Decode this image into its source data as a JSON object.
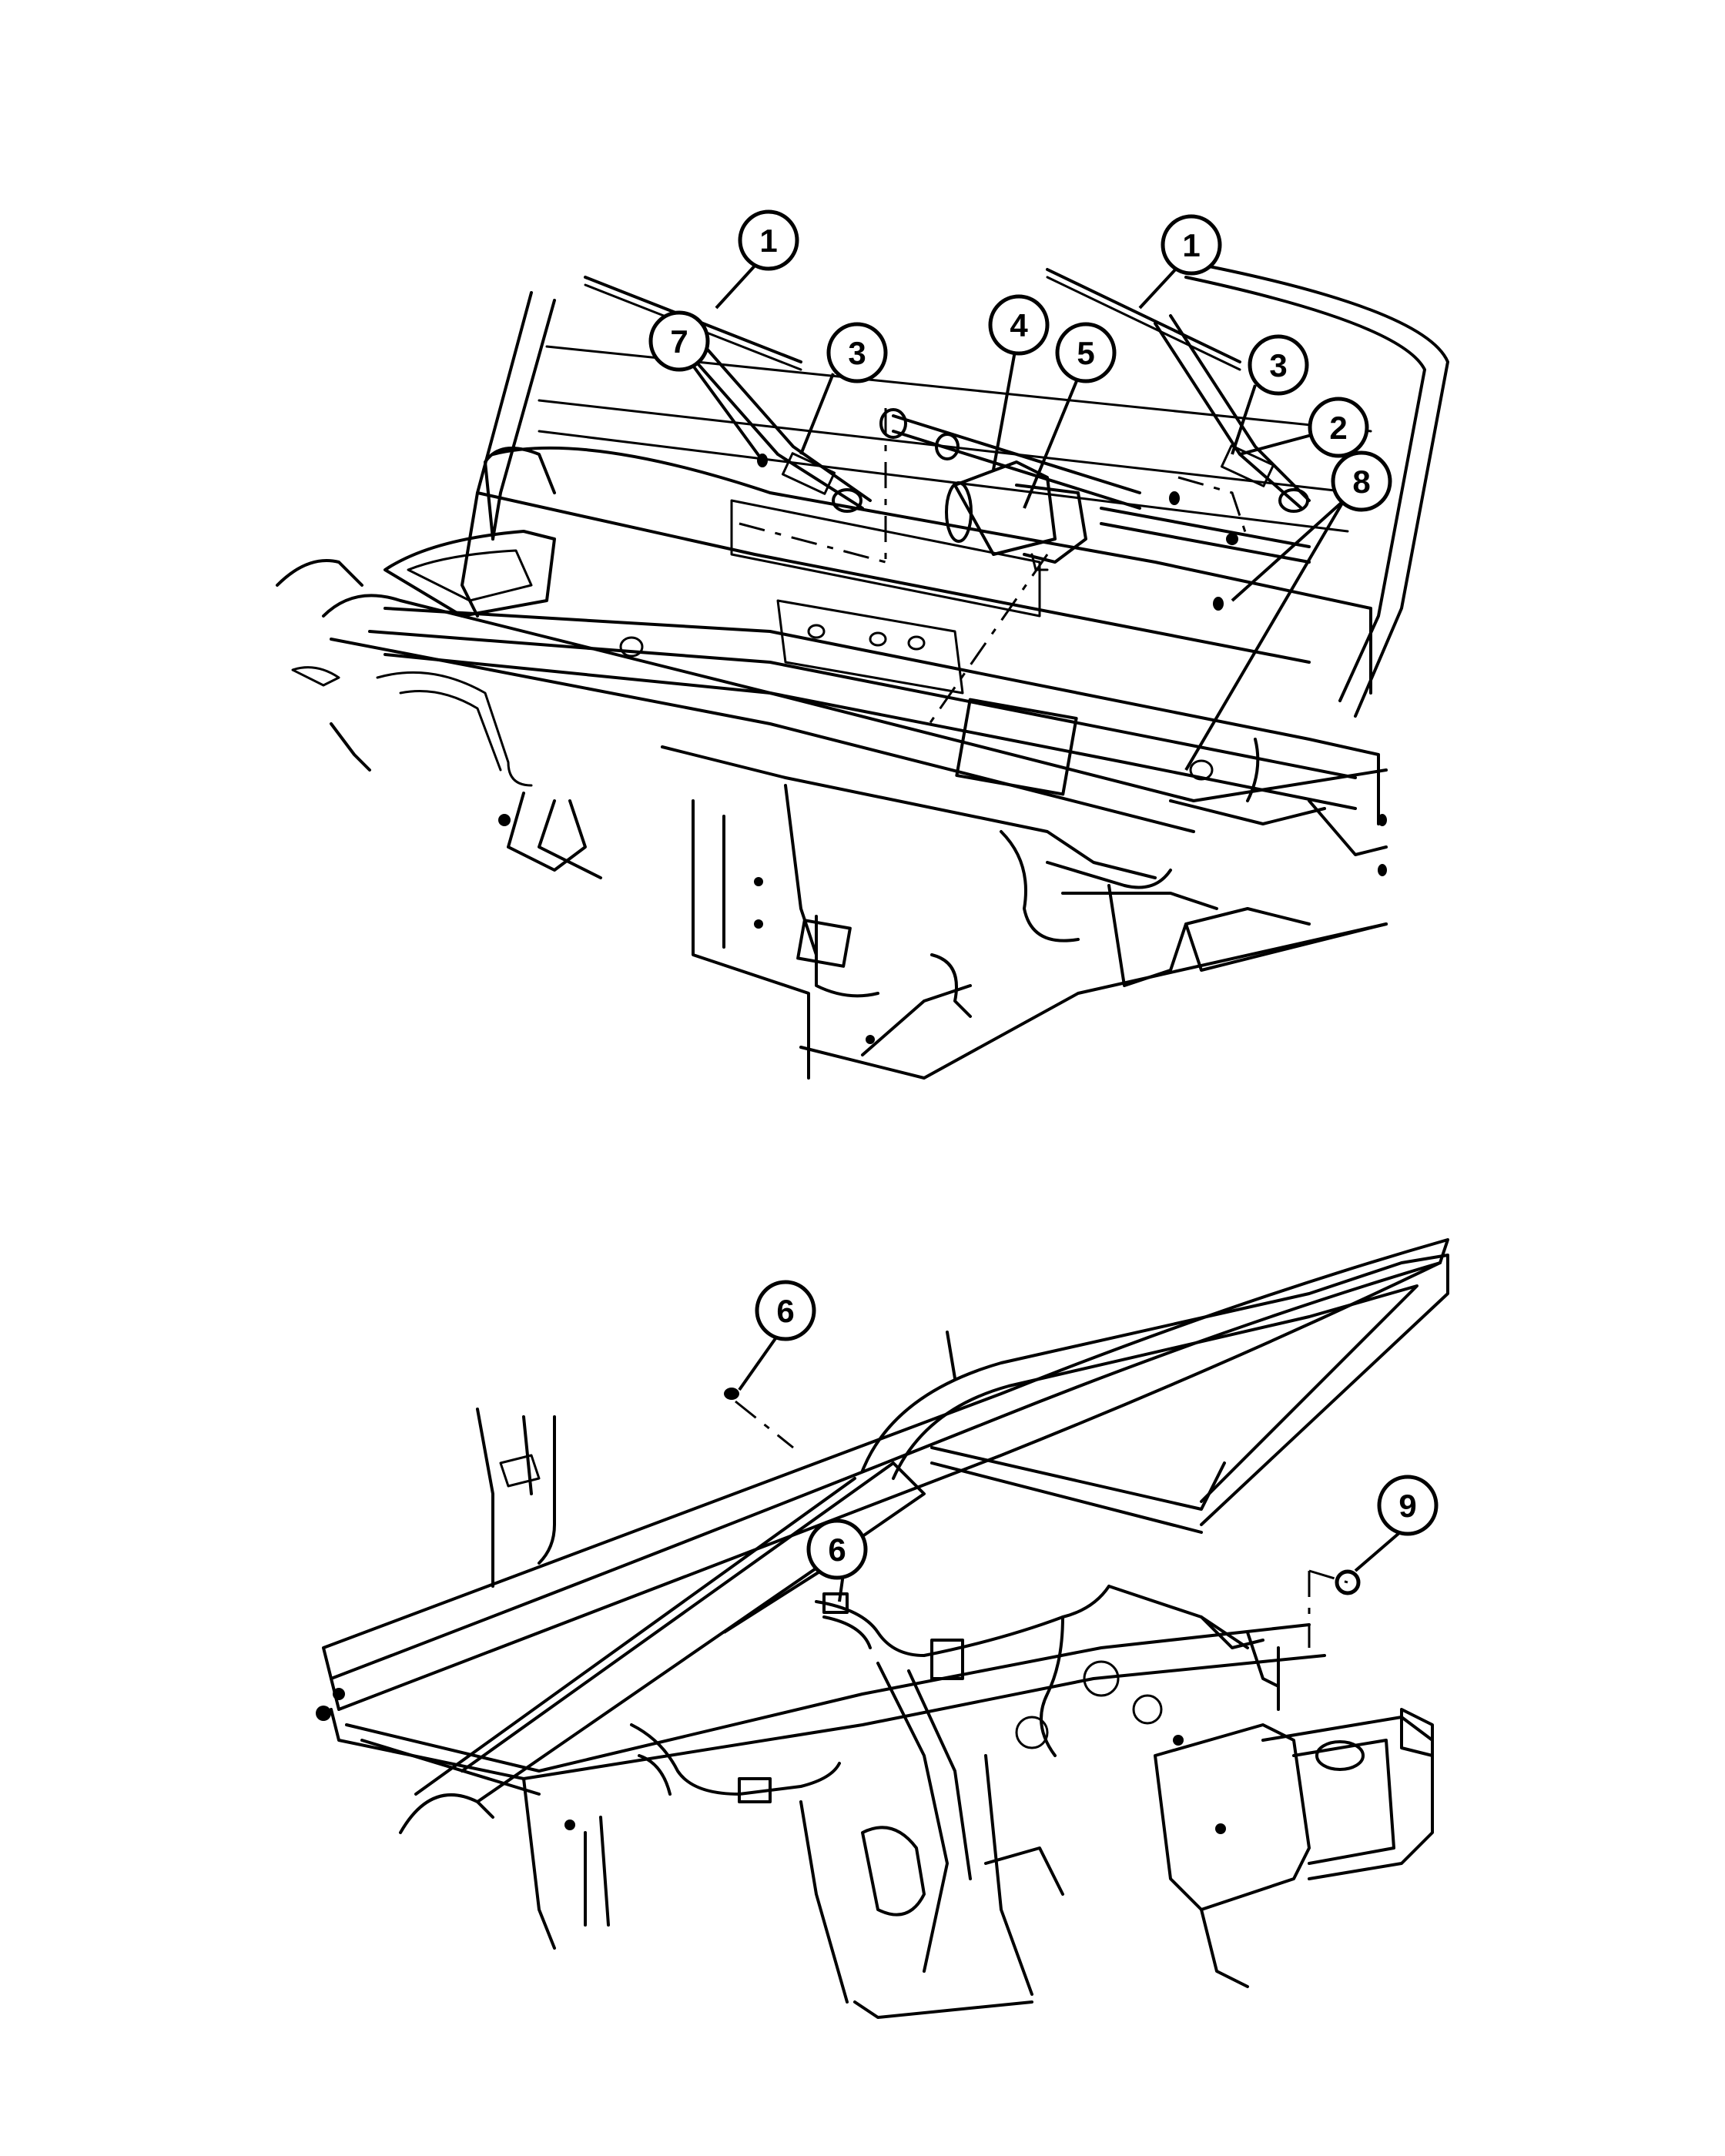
{
  "callouts": {
    "top": [
      "1",
      "1",
      "7",
      "3",
      "4",
      "5",
      "3",
      "2",
      "8"
    ],
    "bottom": [
      "6",
      "6",
      "9"
    ]
  }
}
